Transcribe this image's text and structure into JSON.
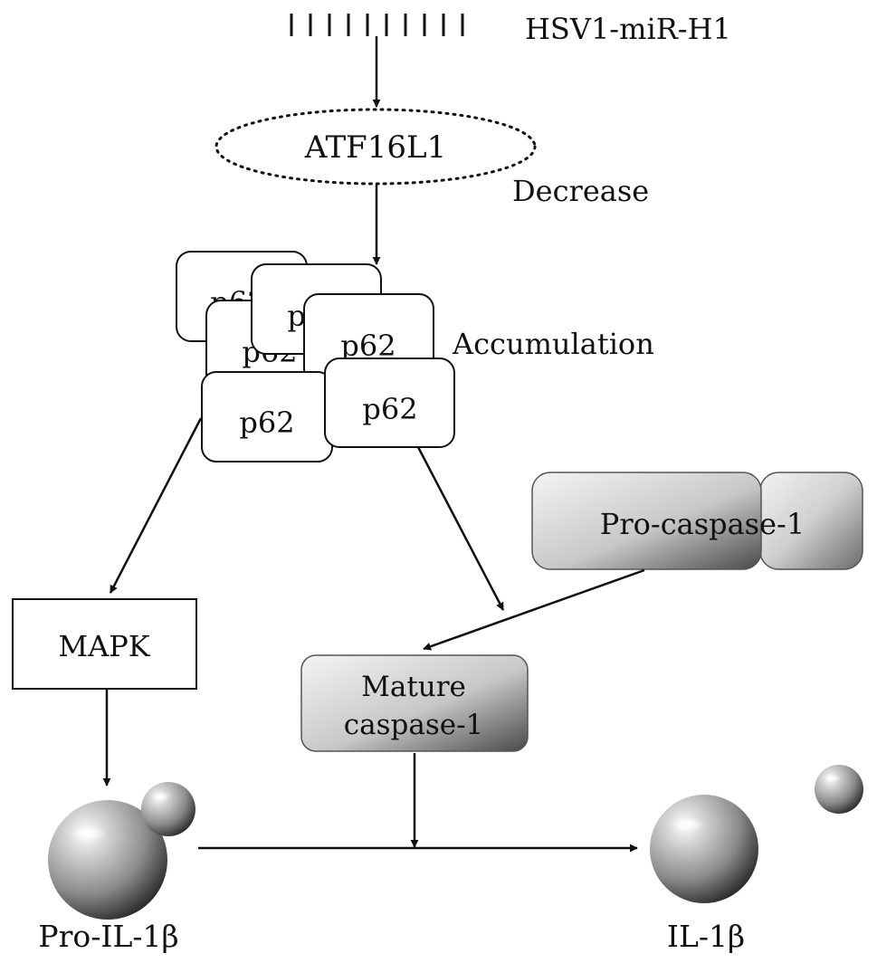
{
  "labels": {
    "mirna": "HSV1-miR-H1",
    "atf16l1": "ATF16L1",
    "decrease": "Decrease",
    "accumulation": "Accumulation",
    "p62": "p62",
    "mapk": "MAPK",
    "pro_caspase": "Pro-caspase-1",
    "mature_caspase_line1": "Mature",
    "mature_caspase_line2": "caspase-1",
    "pro_il1b": "Pro-IL-1β",
    "il1b": "IL-1β"
  }
}
